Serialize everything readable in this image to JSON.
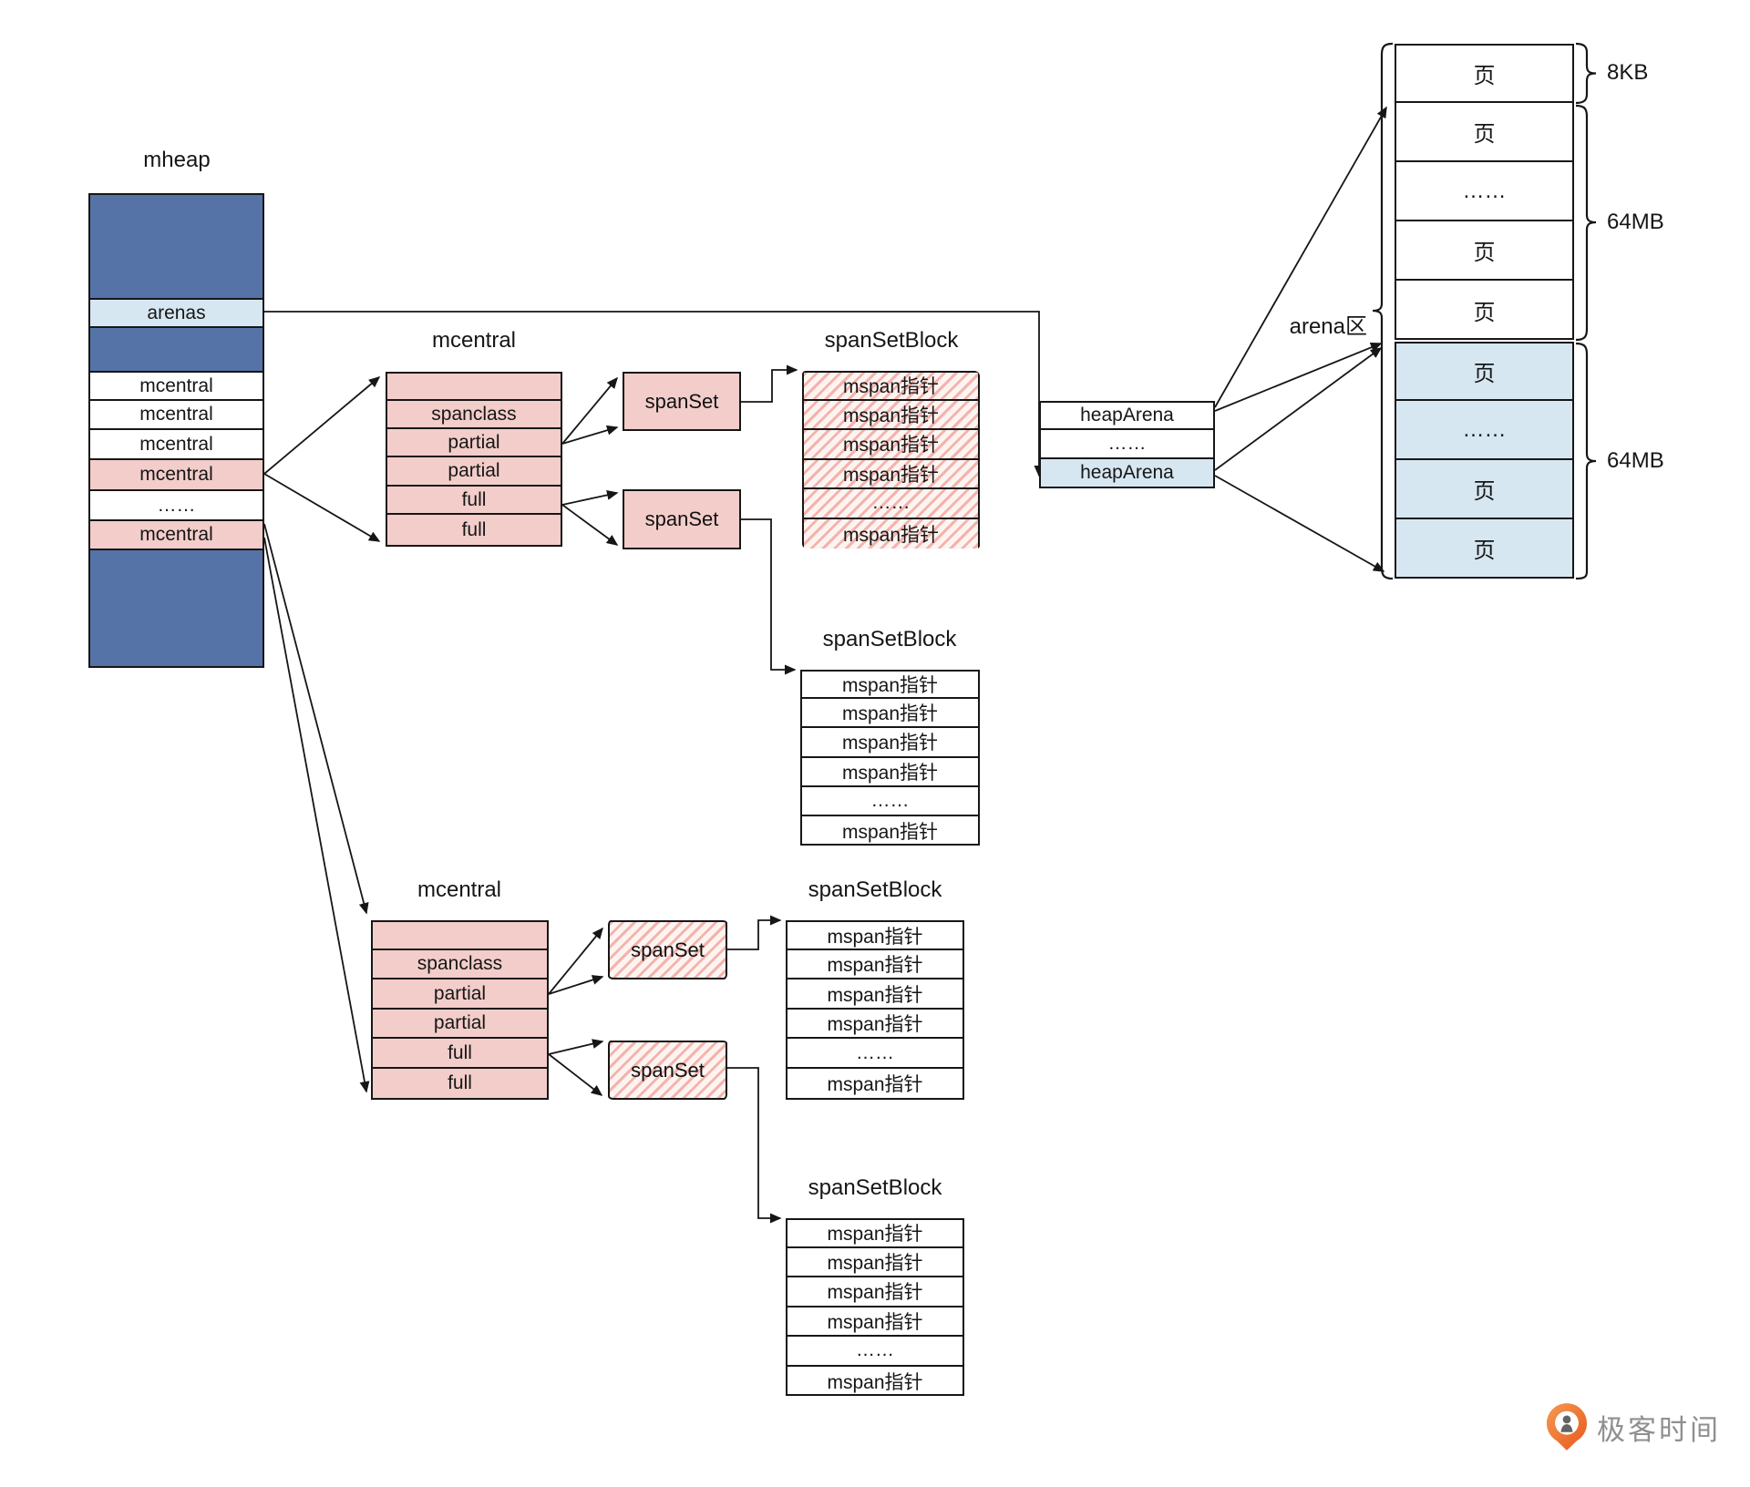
{
  "mheap": {
    "title": "mheap",
    "segments": [
      "",
      "arenas",
      "",
      "mcentral",
      "mcentral",
      "mcentral",
      "mcentral",
      "……",
      "mcentral",
      ""
    ]
  },
  "mcentral_top": {
    "title": "mcentral",
    "rows": [
      "",
      "spanclass",
      "partial",
      "partial",
      "full",
      "full"
    ]
  },
  "mcentral_bottom": {
    "title": "mcentral",
    "rows": [
      "",
      "spanclass",
      "partial",
      "partial",
      "full",
      "full"
    ]
  },
  "span_sets": {
    "top_partial": "spanSet",
    "top_full": "spanSet",
    "bottom_partial": "spanSet",
    "bottom_full": "spanSet"
  },
  "span_set_blocks": {
    "block1": {
      "title": "spanSetBlock",
      "rows": [
        "mspan指针",
        "mspan指针",
        "mspan指针",
        "mspan指针",
        "……",
        "mspan指针"
      ]
    },
    "block2": {
      "title": "spanSetBlock",
      "rows": [
        "mspan指针",
        "mspan指针",
        "mspan指针",
        "mspan指针",
        "……",
        "mspan指针"
      ]
    },
    "block3": {
      "title": "spanSetBlock",
      "rows": [
        "mspan指针",
        "mspan指针",
        "mspan指针",
        "mspan指针",
        "……",
        "mspan指针"
      ]
    },
    "block4": {
      "title": "spanSetBlock",
      "rows": [
        "mspan指针",
        "mspan指针",
        "mspan指针",
        "mspan指针",
        "……",
        "mspan指针"
      ]
    }
  },
  "heap_arena": {
    "rows": [
      "heapArena",
      "……",
      "heapArena"
    ]
  },
  "arena": {
    "label": "arena区",
    "white_rows": [
      "页",
      "页",
      "……",
      "页",
      "页"
    ],
    "blue_rows": [
      "页",
      "……",
      "页",
      "页"
    ],
    "size_8kb": "8KB",
    "size_64mb_top": "64MB",
    "size_64mb_bottom": "64MB"
  },
  "footer": {
    "brand": "极客时间"
  },
  "colors": {
    "dark_blue": "#5573a7",
    "light_blue": "#d6e7f1",
    "pink": "#f2cdca",
    "hatch_stripe": "#f3b3ab",
    "line": "#161616",
    "brand_orange": "#ec6a2b",
    "brand_gray": "#8f8f8f"
  }
}
